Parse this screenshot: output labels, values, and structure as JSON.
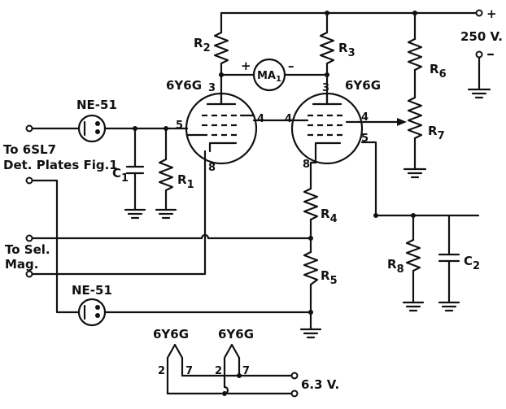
{
  "labels": {
    "supply_plus": "+",
    "supply_voltage": "250 V.",
    "r2": "R",
    "r2_sub": "2",
    "r3": "R",
    "r3_sub": "3",
    "r4": "R",
    "r4_sub": "4",
    "r5": "R",
    "r5_sub": "5",
    "r6": "R",
    "r6_sub": "6",
    "r7": "R",
    "r7_sub": "7",
    "r8": "R",
    "r8_sub": "8",
    "r1": "R",
    "r1_sub": "1",
    "c1": "C",
    "c1_sub": "1",
    "c2": "C",
    "c2_sub": "2",
    "meter": "MA",
    "meter_sub": "1",
    "meter_plus": "+",
    "meter_minus": "–",
    "tube_left": "6Y6G",
    "tube_right": "6Y6G",
    "neon_top": "NE-51",
    "neon_bottom": "NE-51",
    "input_line1": "To 6SL7",
    "input_line2": "Det. Plates Fig.1",
    "selmag_line1": "To Sel.",
    "selmag_line2": "Mag.",
    "heater_tube_left": "6Y6G",
    "heater_tube_right": "6Y6G",
    "heater_voltage": "6.3 V.",
    "pin_left_3": "3",
    "pin_left_5": "5",
    "pin_left_4": "4",
    "pin_left_8": "8",
    "pin_right_3": "3",
    "pin_right_4a": "4",
    "pin_right_4b": "4",
    "pin_right_5": "5",
    "pin_right_8": "8",
    "heater_pin_2a": "2",
    "heater_pin_7a": "7",
    "heater_pin_2b": "2",
    "heater_pin_7b": "7"
  }
}
